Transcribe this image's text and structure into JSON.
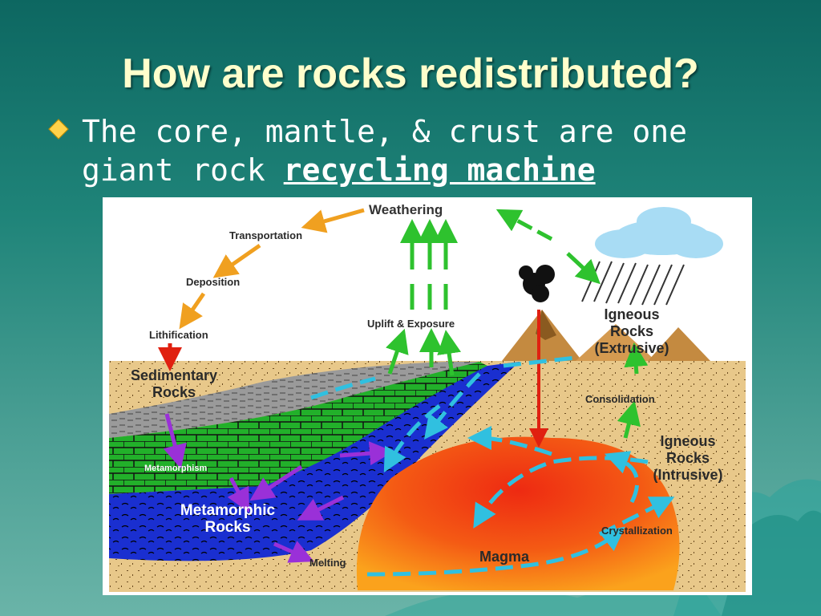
{
  "slide": {
    "title": "How are rocks redistributed?",
    "bullet_text": "The core, mantle, & crust are one giant rock ",
    "bullet_emphasis": "recycling machine"
  },
  "diagram": {
    "labels": {
      "weathering": "Weathering",
      "transportation": "Transportation",
      "deposition": "Deposition",
      "lithification": "Lithification",
      "uplift": "Uplift & Exposure",
      "sedimentary_1": "Sedimentary",
      "sedimentary_2": "Rocks",
      "metamorphism": "Metamorphism",
      "metamorphic_1": "Metamorphic",
      "metamorphic_2": "Rocks",
      "melting": "Melting",
      "magma": "Magma",
      "igneous_ext_1": "Igneous",
      "igneous_ext_2": "Rocks",
      "igneous_ext_3": "(Extrusive)",
      "consolidation": "Consolidation",
      "igneous_int_1": "Igneous",
      "igneous_int_2": "Rocks",
      "igneous_int_3": "(Intrusive)",
      "crystallization": "Crystallization"
    },
    "colors": {
      "sand": "#e8c88a",
      "sediment_gray": "#9a9a9a",
      "limestone_green": "#22b02a",
      "metamorphic_blue": "#1a2fd0",
      "magma_red": "#ee2a12",
      "magma_orange": "#fb8c14",
      "arrow_orange": "#f0a020",
      "arrow_green": "#2ec22e",
      "arrow_purple": "#9a30d8",
      "arrow_cyan": "#30c0e0",
      "cloud": "#a8dcf4"
    }
  }
}
